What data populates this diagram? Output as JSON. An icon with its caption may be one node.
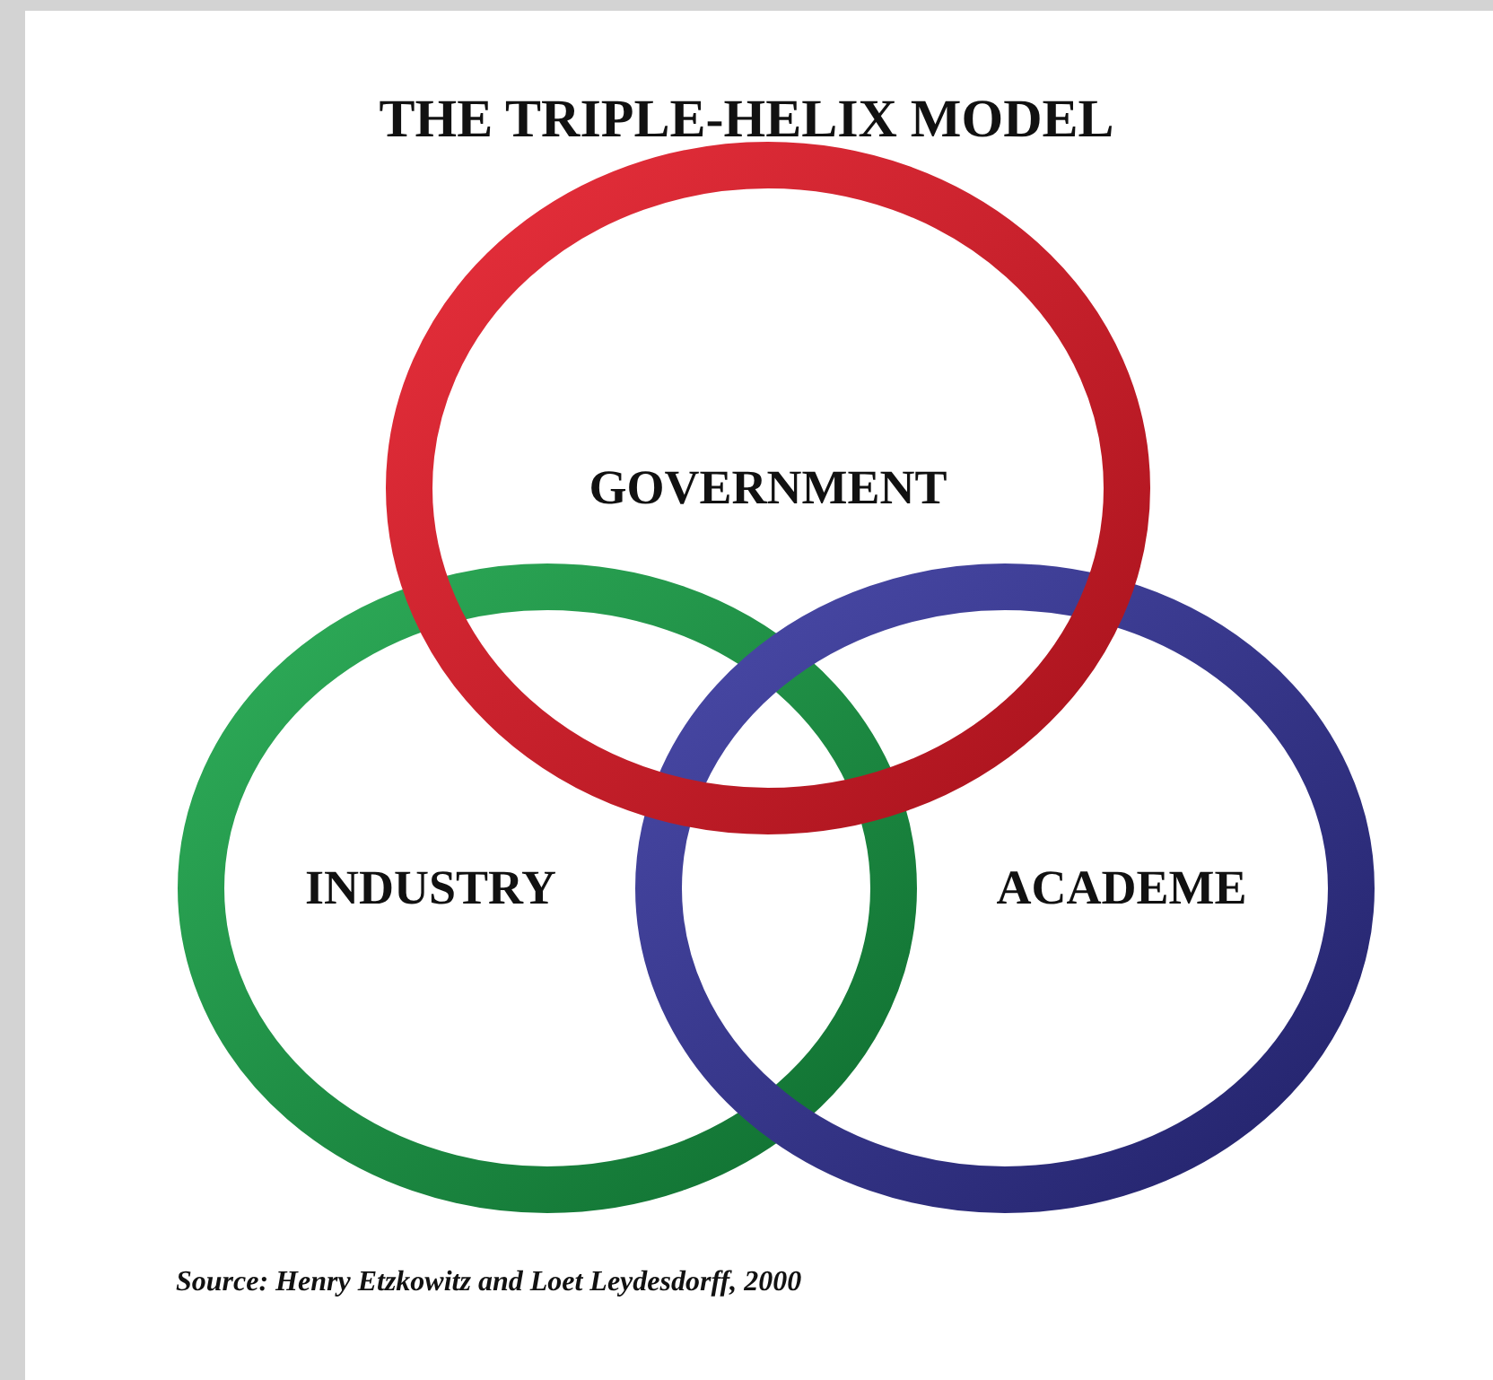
{
  "diagram": {
    "title": "THE TRIPLE-HELIX MODEL",
    "nodes": [
      {
        "text": [
          "GOVERNMENT"
        ]
      },
      {
        "text": [
          "INDUSTRY"
        ]
      },
      {
        "text": [
          "ACADEME"
        ]
      }
    ],
    "caption": "Source: Henry Etzkowitz and Loet Leydesdorff, 2000"
  }
}
